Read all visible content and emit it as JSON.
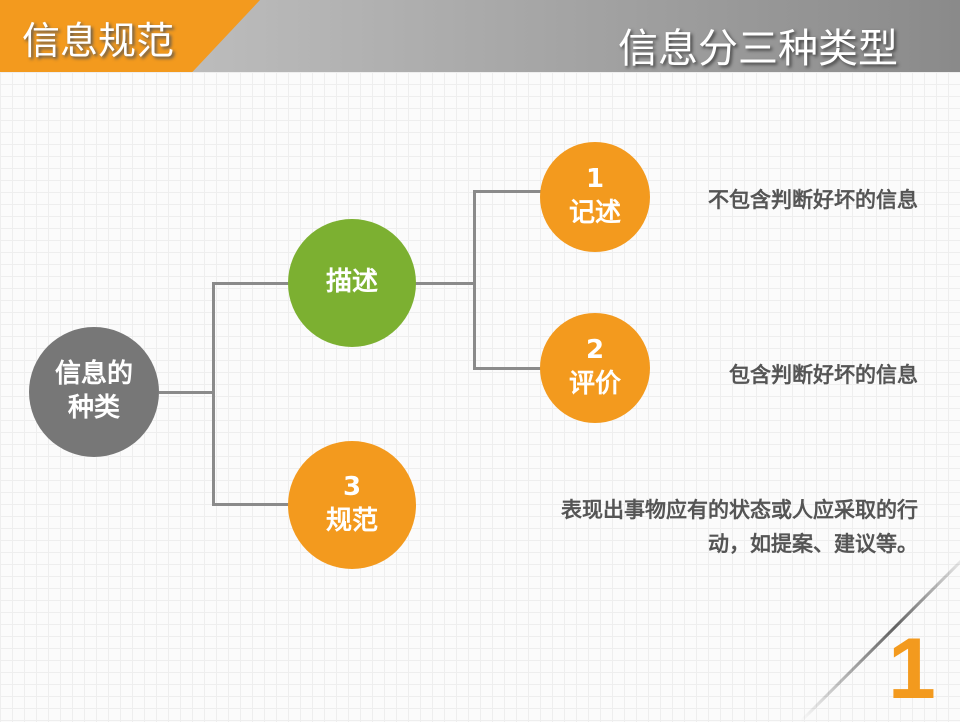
{
  "header": {
    "section": "信息规范",
    "title": "信息分三种类型"
  },
  "root": {
    "line1": "信息的",
    "line2": "种类"
  },
  "describe": {
    "label": "描述"
  },
  "items": [
    {
      "num": "1",
      "label": "记述",
      "desc": "不包含判断好坏的信息"
    },
    {
      "num": "2",
      "label": "评价",
      "desc": "包含判断好坏的信息"
    },
    {
      "num": "3",
      "label": "规范",
      "desc_line1": "表现出事物应有的状态或人应采取的行",
      "desc_line2": "动，如提案、建议等。"
    }
  ],
  "page_number": "1",
  "colors": {
    "orange": "#f39a1e",
    "green": "#7cb031",
    "gray": "#777777"
  }
}
